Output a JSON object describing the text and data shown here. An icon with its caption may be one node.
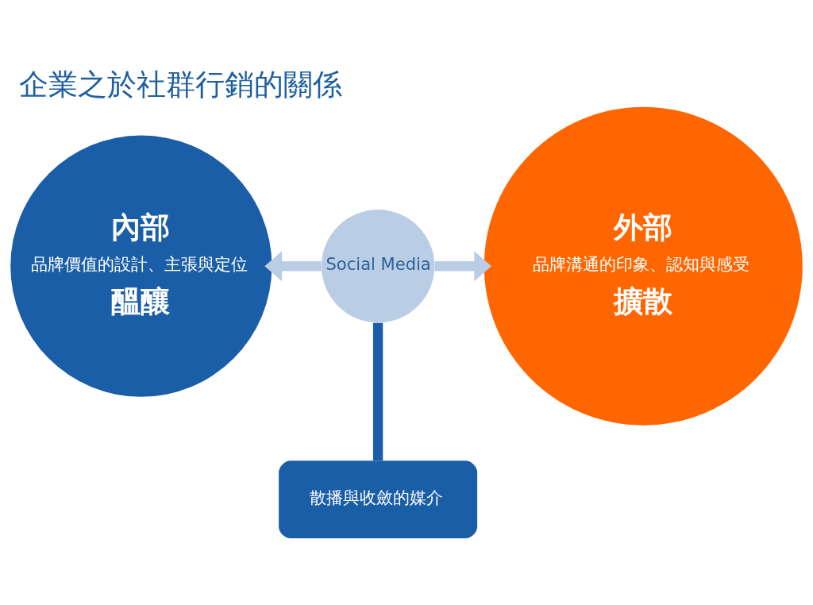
{
  "diagram": {
    "title": "企業之於社群行銷的關係",
    "nodes": [
      {
        "text": [
          "內部",
          "品牌價值的設計、主張與定位",
          "醞釀"
        ]
      },
      {
        "text": [
          "Social Media"
        ]
      },
      {
        "text": [
          "外部",
          "品牌溝通的印象、認知與感受",
          "擴散"
        ]
      },
      {
        "text": [
          "散播與收斂的媒介"
        ]
      }
    ],
    "edges": [
      {
        "from": 1,
        "to": 0,
        "arrow": "to"
      },
      {
        "from": 1,
        "to": 2,
        "arrow": "to"
      },
      {
        "from": 3,
        "to": 1,
        "arrow": "none",
        "color": "#1a5ea8"
      }
    ]
  }
}
